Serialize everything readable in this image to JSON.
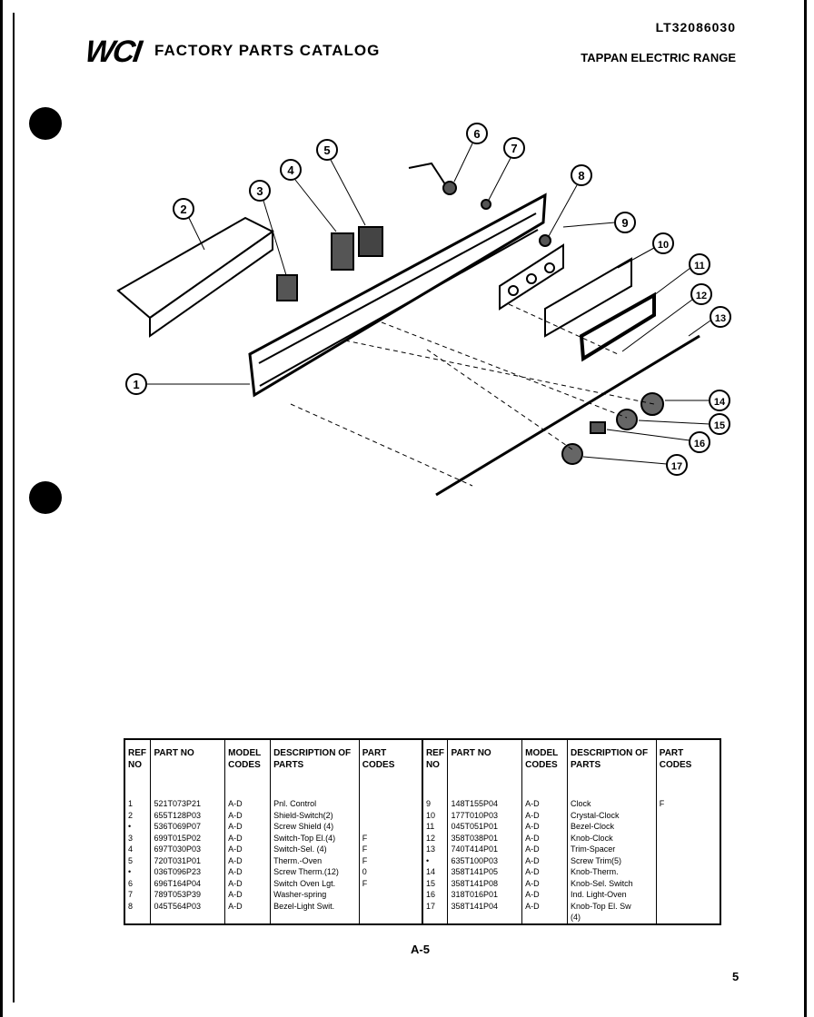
{
  "header": {
    "model_code": "LT32086030",
    "logo": "WCI",
    "catalog_title": "FACTORY PARTS CATALOG",
    "product": "TAPPAN ELECTRIC RANGE"
  },
  "diagram": {
    "callouts": [
      "1",
      "2",
      "3",
      "4",
      "5",
      "6",
      "7",
      "8",
      "9",
      "10",
      "11",
      "12",
      "13",
      "14",
      "15",
      "16",
      "17"
    ]
  },
  "table": {
    "headers": {
      "ref": "REF NO",
      "part": "PART NO",
      "model": "MODEL CODES",
      "desc": "DESCRIPTION OF PARTS",
      "codes": "PART CODES"
    },
    "left_rows": [
      {
        "ref": "1",
        "part": "521T073P21",
        "model": "A-D",
        "desc": "Pnl. Control",
        "code": ""
      },
      {
        "ref": "2",
        "part": "655T128P03",
        "model": "A-D",
        "desc": "Shield-Switch(2)",
        "code": ""
      },
      {
        "ref": "•",
        "part": "536T069P07",
        "model": "A-D",
        "desc": "Screw Shield (4)",
        "code": ""
      },
      {
        "ref": "3",
        "part": "699T015P02",
        "model": "A-D",
        "desc": "Switch-Top El.(4)",
        "code": "F"
      },
      {
        "ref": "4",
        "part": "697T030P03",
        "model": "A-D",
        "desc": "Switch-Sel. (4)",
        "code": "F"
      },
      {
        "ref": "5",
        "part": "720T031P01",
        "model": "A-D",
        "desc": "Therm.-Oven",
        "code": "F"
      },
      {
        "ref": "•",
        "part": "036T096P23",
        "model": "A-D",
        "desc": "Screw Therm.(12)",
        "code": "0"
      },
      {
        "ref": "6",
        "part": "696T164P04",
        "model": "A-D",
        "desc": "Switch Oven Lgt.",
        "code": "F"
      },
      {
        "ref": "7",
        "part": "789T053P39",
        "model": "A-D",
        "desc": "Washer-spring",
        "code": ""
      },
      {
        "ref": "8",
        "part": "045T564P03",
        "model": "A-D",
        "desc": "Bezel-Light Swit.",
        "code": ""
      }
    ],
    "right_rows": [
      {
        "ref": "9",
        "part": "148T155P04",
        "model": "A-D",
        "desc": "Clock",
        "code": "F"
      },
      {
        "ref": "10",
        "part": "177T010P03",
        "model": "A-D",
        "desc": "Crystal-Clock",
        "code": ""
      },
      {
        "ref": "11",
        "part": "045T051P01",
        "model": "A-D",
        "desc": "Bezel-Clock",
        "code": ""
      },
      {
        "ref": "12",
        "part": "358T038P01",
        "model": "A-D",
        "desc": "Knob-Clock",
        "code": ""
      },
      {
        "ref": "13",
        "part": "740T414P01",
        "model": "A-D",
        "desc": "Trim-Spacer",
        "code": ""
      },
      {
        "ref": "•",
        "part": "635T100P03",
        "model": "A-D",
        "desc": "Screw Trim(5)",
        "code": ""
      },
      {
        "ref": "14",
        "part": "358T141P05",
        "model": "A-D",
        "desc": "Knob-Therm.",
        "code": ""
      },
      {
        "ref": "15",
        "part": "358T141P08",
        "model": "A-D",
        "desc": "Knob-Sel. Switch",
        "code": ""
      },
      {
        "ref": "16",
        "part": "318T016P01",
        "model": "A-D",
        "desc": "Ind. Light-Oven",
        "code": ""
      },
      {
        "ref": "17",
        "part": "358T141P04",
        "model": "A-D",
        "desc": "Knob-Top El. Sw",
        "code": ""
      },
      {
        "ref": "",
        "part": "",
        "model": "",
        "desc": "(4)",
        "code": ""
      }
    ]
  },
  "footer": {
    "page_label": "A-5",
    "page_number": "5"
  }
}
